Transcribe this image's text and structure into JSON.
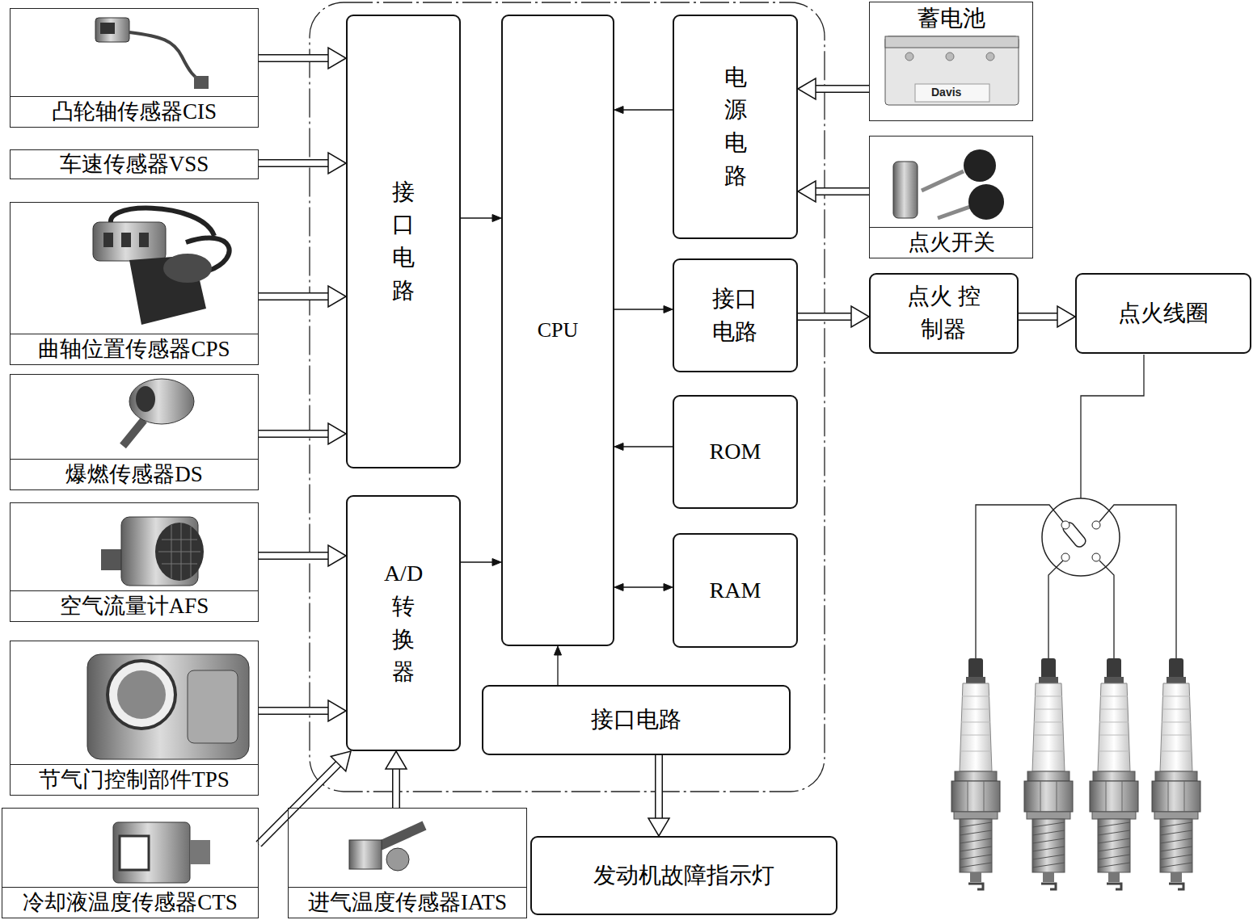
{
  "diagram": {
    "nodes": [
      {
        "text": [
          "凸轮轴传感器CIS"
        ]
      },
      {
        "text": [
          "车速传感器VSS"
        ]
      },
      {
        "text": [
          "曲轴位置传感器CPS"
        ]
      },
      {
        "text": [
          "爆燃传感器DS"
        ]
      },
      {
        "text": [
          "空气流量计AFS"
        ]
      },
      {
        "text": [
          "节气门控制部件TPS"
        ]
      },
      {
        "text": [
          "冷却液温度传感器CTS"
        ]
      },
      {
        "text": [
          "进气温度传感器IATS"
        ]
      },
      {
        "text": [
          "接口电路"
        ]
      },
      {
        "text": [
          "A/D转换器"
        ]
      },
      {
        "text": [
          "CPU"
        ]
      },
      {
        "text": [
          "电源电路"
        ]
      },
      {
        "text": [
          "接口 电路"
        ]
      },
      {
        "text": [
          "ROM"
        ]
      },
      {
        "text": [
          "RAM"
        ]
      },
      {
        "text": [
          "接口电路"
        ]
      },
      {
        "text": [
          "蓄电池"
        ]
      },
      {
        "text": [
          "点火开关"
        ]
      },
      {
        "text": [
          "点火 控制器"
        ]
      },
      {
        "text": [
          "点火线圈"
        ]
      },
      {
        "text": [
          "发动机故障指示灯"
        ]
      }
    ],
    "edges": [
      {
        "from": 0,
        "to": 8,
        "arrow": "to"
      },
      {
        "from": 1,
        "to": 8,
        "arrow": "to"
      },
      {
        "from": 2,
        "to": 8,
        "arrow": "to"
      },
      {
        "from": 3,
        "to": 8,
        "arrow": "to"
      },
      {
        "from": 4,
        "to": 9,
        "arrow": "to"
      },
      {
        "from": 5,
        "to": 9,
        "arrow": "to"
      },
      {
        "from": 6,
        "to": 9,
        "arrow": "to"
      },
      {
        "from": 7,
        "to": 9,
        "arrow": "to"
      },
      {
        "from": 8,
        "to": 10,
        "arrow": "to"
      },
      {
        "from": 9,
        "to": 10,
        "arrow": "to"
      },
      {
        "from": 11,
        "to": 10,
        "arrow": "to"
      },
      {
        "from": 16,
        "to": 11,
        "arrow": "to"
      },
      {
        "from": 17,
        "to": 11,
        "arrow": "to"
      },
      {
        "from": 10,
        "to": 12,
        "arrow": "to"
      },
      {
        "from": 12,
        "to": 18,
        "arrow": "to"
      },
      {
        "from": 18,
        "to": 19,
        "arrow": "to"
      },
      {
        "from": 13,
        "to": 10,
        "arrow": "to"
      },
      {
        "from": 14,
        "to": 10,
        "arrow": "both"
      },
      {
        "from": 15,
        "to": 10,
        "arrow": "to"
      },
      {
        "from": 15,
        "to": 20,
        "arrow": "to"
      }
    ],
    "labels": [
      "Davis"
    ]
  }
}
